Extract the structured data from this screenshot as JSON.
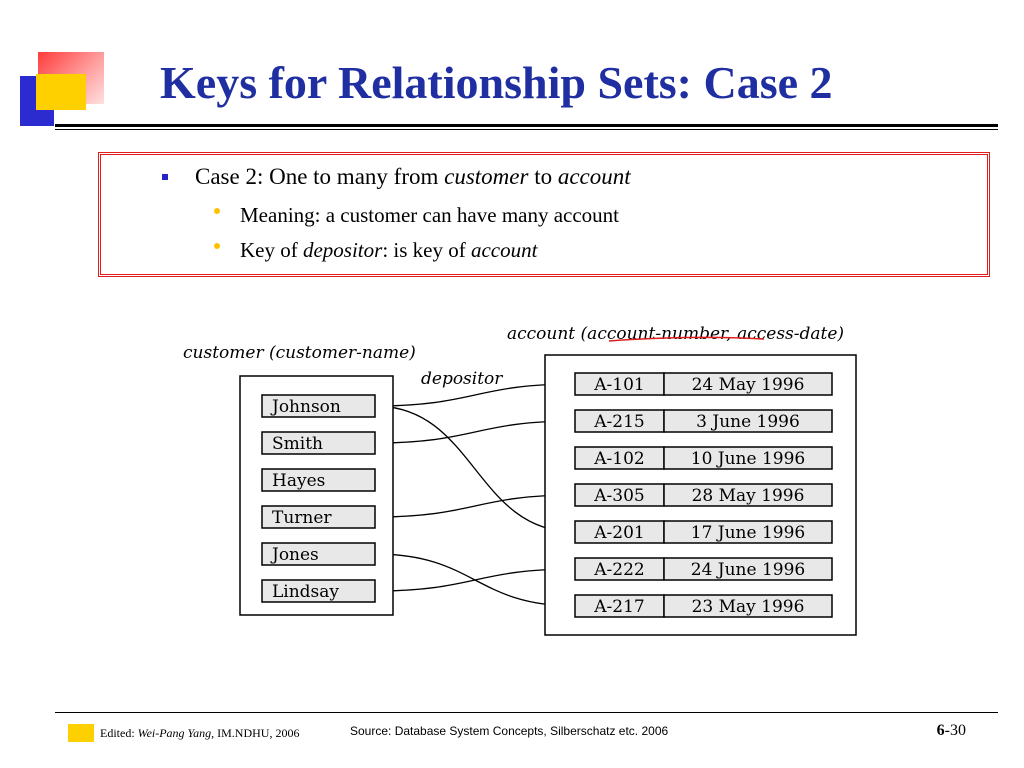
{
  "slide": {
    "title": "Keys for Relationship Sets: Case 2",
    "bullet": {
      "prefix": "Case 2: One to many from ",
      "from_entity": "customer",
      "middle": " to ",
      "to_entity": "account"
    },
    "subbullets": [
      {
        "text": "Meaning: a customer can have many account"
      },
      {
        "prefix": "Key of ",
        "italic1": "depositor",
        "middle": ": is key of ",
        "italic2": "account"
      }
    ]
  },
  "diagram": {
    "customer_label": "customer (customer-name)",
    "depositor_label": "depositor",
    "account_label": "account (account-number, access-date)",
    "customers": [
      "Johnson",
      "Smith",
      "Hayes",
      "Turner",
      "Jones",
      "Lindsay"
    ],
    "accounts": [
      {
        "number": "A-101",
        "date": "24 May 1996"
      },
      {
        "number": "A-215",
        "date": "3 June 1996"
      },
      {
        "number": "A-102",
        "date": "10 June 1996"
      },
      {
        "number": "A-305",
        "date": "28 May 1996"
      },
      {
        "number": "A-201",
        "date": "17 June 1996"
      },
      {
        "number": "A-222",
        "date": "24 June 1996"
      },
      {
        "number": "A-217",
        "date": "23 May 1996"
      }
    ],
    "links": [
      [
        0,
        0
      ],
      [
        0,
        4
      ],
      [
        1,
        1
      ],
      [
        3,
        3
      ],
      [
        4,
        6
      ],
      [
        5,
        5
      ]
    ],
    "colors": {
      "key_underline": "#e02020",
      "box_fill": "#e8e8e8"
    }
  },
  "footer": {
    "edited_label": "Edited: ",
    "editor": "Wei-Pang Yang,",
    "affiliation": " IM.NDHU, 2006",
    "source": "Source: Database System Concepts, Silberschatz etc. 2006",
    "chapter": "6",
    "page": "-30"
  }
}
